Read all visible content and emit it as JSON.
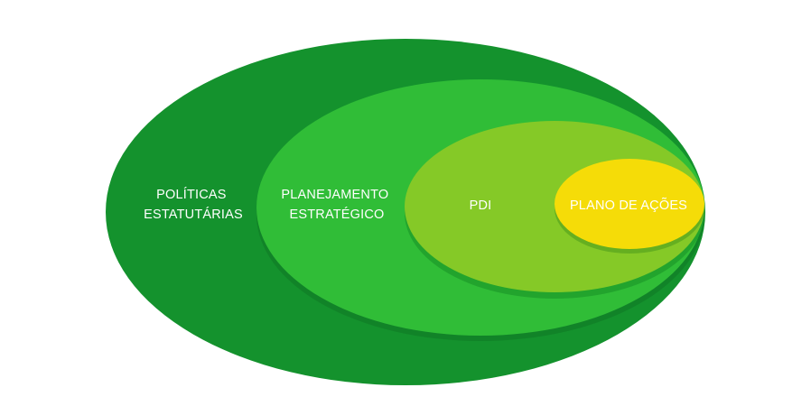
{
  "diagram": {
    "levels": [
      {
        "id": "politicas",
        "label_lines": [
          "POLÍTICAS",
          "ESTATUTÁRIAS"
        ],
        "fill": "#14922d",
        "shadow": "#0c6b1e"
      },
      {
        "id": "planejamento",
        "label_lines": [
          "PLANEJAMENTO",
          "ESTRATÉGICO"
        ],
        "fill": "#30bd37",
        "shadow": "#1e9a2a"
      },
      {
        "id": "pdi",
        "label_lines": [
          "PDI"
        ],
        "fill": "#85c927",
        "shadow": "#5da91f"
      },
      {
        "id": "plano-acoes",
        "label_lines": [
          "PLANO DE AÇÕES"
        ],
        "fill": "#f5dc08",
        "shadow": "#d9b900"
      }
    ]
  }
}
